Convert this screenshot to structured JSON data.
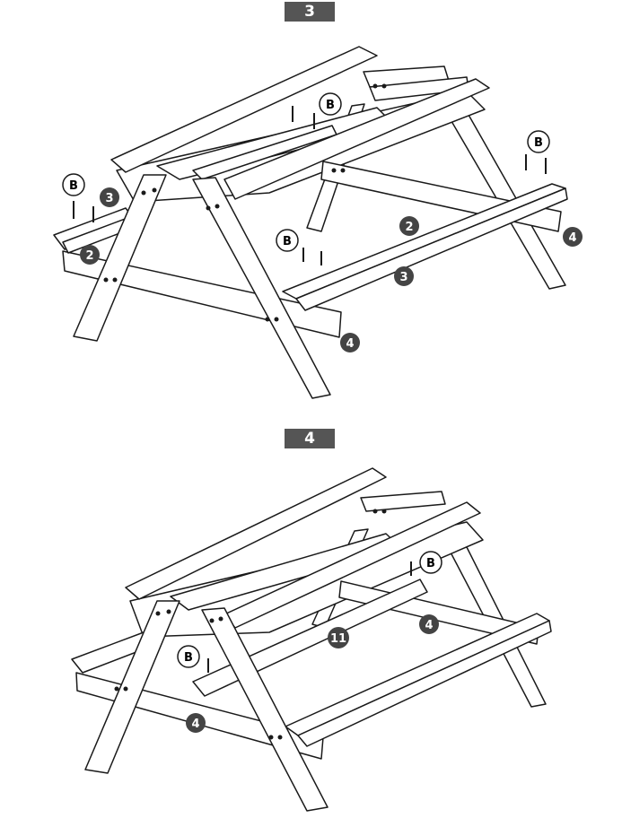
{
  "steps": [
    {
      "number": "3",
      "callouts": {
        "b1": "B",
        "b2": "B",
        "b3": "B",
        "b4": "B"
      },
      "parts": {
        "p1": "3",
        "p2": "2",
        "p3": "2",
        "p4": "3",
        "p5": "4",
        "p6": "4"
      }
    },
    {
      "number": "4",
      "callouts": {
        "b1": "B",
        "b2": "B"
      },
      "parts": {
        "p1": "4",
        "p2": "11",
        "p3": "4"
      }
    }
  ],
  "colors": {
    "ink": "#1a1a1a",
    "label_bg": "#555555",
    "badge": "#444444"
  }
}
